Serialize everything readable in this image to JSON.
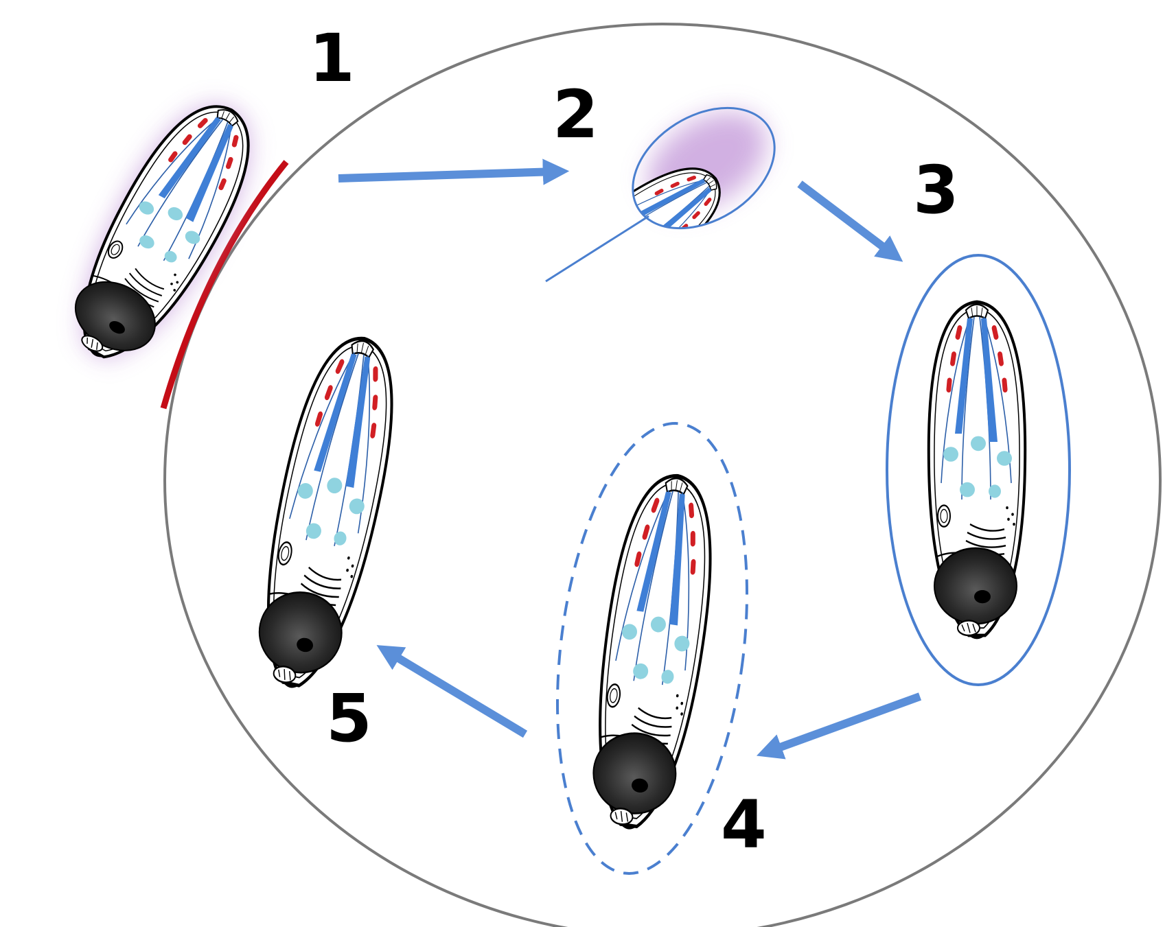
{
  "colors": {
    "host_outline": "#7a7a7a",
    "red_membrane": "#c40d17",
    "arrow_blue": "#5b8fd9",
    "vacuole_blue": "#4a7fcf",
    "rhoptry_blue": "#3f7fd6",
    "microneme_red": "#d11f24",
    "dense_granule": "#8fd3e0",
    "glow_purple": "#c9a3dd",
    "nucleus_dark": "#1a1a1a"
  },
  "stages": [
    {
      "label": "1",
      "icon": "attaching-parasite-icon"
    },
    {
      "label": "2",
      "icon": "invading-parasite-icon"
    },
    {
      "label": "3",
      "icon": "vacuole-parasite-icon"
    },
    {
      "label": "4",
      "icon": "egressing-parasite-icon"
    },
    {
      "label": "5",
      "icon": "free-parasite-icon"
    }
  ]
}
